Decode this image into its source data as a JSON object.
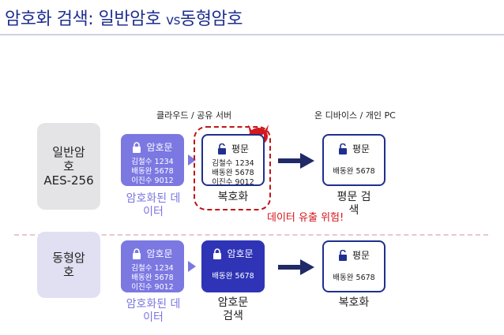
{
  "title": {
    "main": "암호화 검색: 일반암호 ",
    "vs": "vs",
    "rest": "동형암호"
  },
  "headers": {
    "cloud": "클라우드 / 공유 서버",
    "device": "온 디바이스 / 개인 PC"
  },
  "rows": [
    {
      "label_lines": [
        "일반암",
        "호",
        "AES-256"
      ],
      "encrypted_box": {
        "title": "암호문",
        "lines": [
          "김철수 1234",
          "배동완 5678",
          "이진수 9012"
        ]
      },
      "encrypted_caption": [
        "암호화된 데",
        "이터"
      ],
      "server_box": {
        "title": "평문",
        "lines": [
          "김철수 1234",
          "배동완 5678",
          "이진수 9012"
        ]
      },
      "server_caption": [
        "복호화"
      ],
      "result_box": {
        "title": "평문",
        "lines": [
          "배동완 5678"
        ]
      },
      "result_caption": [
        "평문 검",
        "색"
      ],
      "warning": "데이터 유출 위험!"
    },
    {
      "label_lines": [
        "동형암",
        "호"
      ],
      "encrypted_box": {
        "title": "암호문",
        "lines": [
          "김철수 1234",
          "배동완 5678",
          "이진수 9012"
        ]
      },
      "encrypted_caption": [
        "암호화된 데",
        "이터"
      ],
      "server_box": {
        "title": "암호문",
        "lines": [
          "배동완 5678"
        ]
      },
      "server_caption": [
        "암호문",
        "검색"
      ],
      "result_box": {
        "title": "평문",
        "lines": [
          "배동완 5678"
        ]
      },
      "result_caption": [
        "복호화"
      ]
    }
  ],
  "icons": {
    "closed_lock": "lock-icon",
    "open_lock": "unlock-icon",
    "devil": "devil-icon",
    "arrow": "arrow-icon"
  },
  "colors": {
    "title": "#1f2f8f",
    "danger": "#c0141a",
    "light_box": "#7b78e2",
    "dark_box": "#2f34b6"
  }
}
